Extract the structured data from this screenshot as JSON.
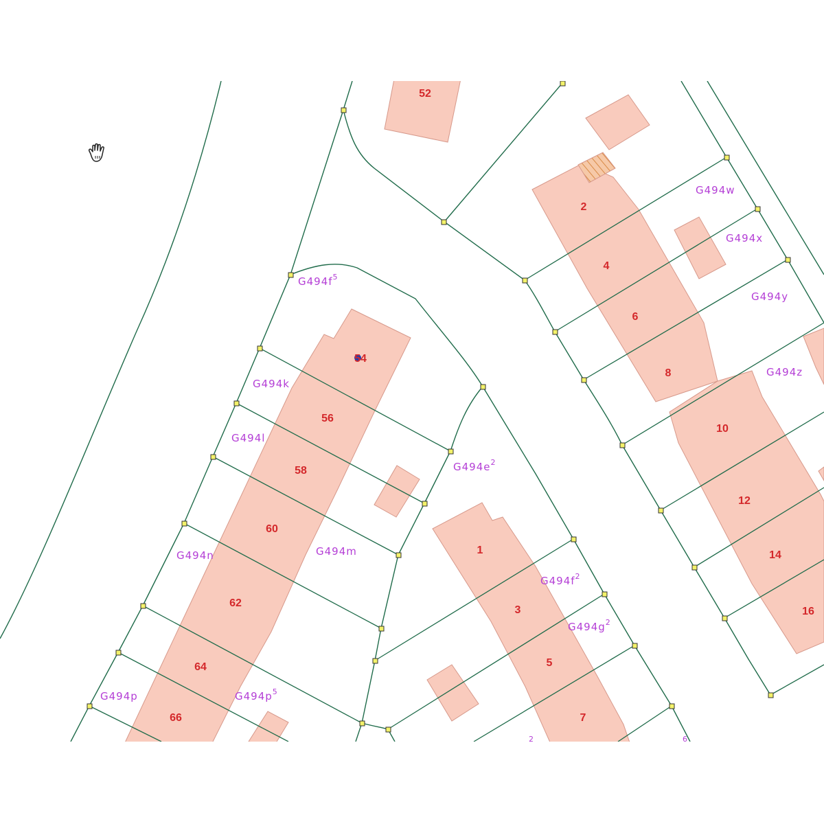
{
  "map": {
    "cursor_icon": "hand-pan-icon",
    "colors": {
      "building": "#f9cbbd",
      "parcel_line": "#1f6b4a",
      "house_number": "#d4282b",
      "parcel_id": "#b43fd6",
      "vertex": "#f3f26a"
    },
    "house_numbers": [
      "52",
      "54",
      "56",
      "58",
      "60",
      "62",
      "64",
      "66",
      "2",
      "4",
      "6",
      "8",
      "10",
      "12",
      "14",
      "16",
      "1",
      "3",
      "5",
      "7"
    ],
    "parcel_ids": [
      {
        "text": "G494f",
        "sup": "5"
      },
      {
        "text": "G494k",
        "sup": ""
      },
      {
        "text": "G494l",
        "sup": ""
      },
      {
        "text": "G494e",
        "sup": "2"
      },
      {
        "text": "G494m",
        "sup": ""
      },
      {
        "text": "G494n",
        "sup": ""
      },
      {
        "text": "G494f",
        "sup": "2"
      },
      {
        "text": "G494g",
        "sup": "2"
      },
      {
        "text": "G494p",
        "sup": ""
      },
      {
        "text": "G494p",
        "sup": "5"
      },
      {
        "text": "G494w",
        "sup": ""
      },
      {
        "text": "G494x",
        "sup": ""
      },
      {
        "text": "G494y",
        "sup": ""
      },
      {
        "text": "G494z",
        "sup": ""
      }
    ],
    "edge_labels": [
      "2",
      "6"
    ]
  }
}
